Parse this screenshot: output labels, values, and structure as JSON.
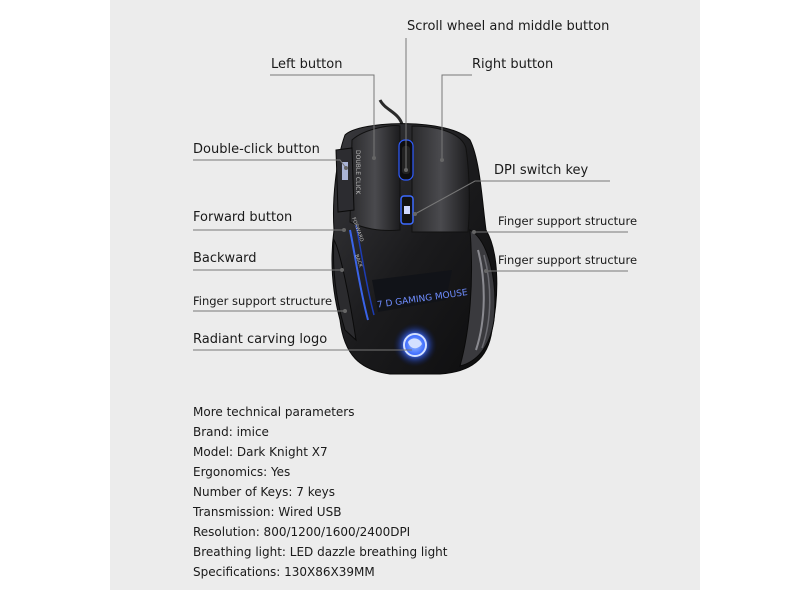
{
  "callouts": {
    "scroll_wheel": "Scroll wheel and middle button",
    "left_button": "Left button",
    "right_button": "Right button",
    "double_click": "Double-click button",
    "dpi_switch": "DPI switch key",
    "forward": "Forward button",
    "finger_support_right_1": "Finger support structure",
    "backward": "Backward",
    "finger_support_right_2": "Finger support structure",
    "finger_support_left": "Finger support structure",
    "logo": "Radiant carving logo"
  },
  "mouse_print": {
    "side_text_1": "DOUBLE CLICK",
    "side_text_2": "FORWARD",
    "side_text_3": "BACK",
    "body_text": "7 D GAMING MOUSE"
  },
  "specs": [
    "More technical parameters",
    "Brand: imice",
    "Model: Dark Knight X7",
    "Ergonomics: Yes",
    "Number of Keys: 7 keys",
    "Transmission: Wired USB",
    "Resolution: 800/1200/1600/2400DPI",
    "Breathing light: LED dazzle breathing light",
    "Specifications: 130X86X39MM"
  ],
  "colors": {
    "panel_bg": "#ececec",
    "mouse_body": "#1b1b1d",
    "led_blue": "#3d6bff",
    "line": "#777777"
  }
}
